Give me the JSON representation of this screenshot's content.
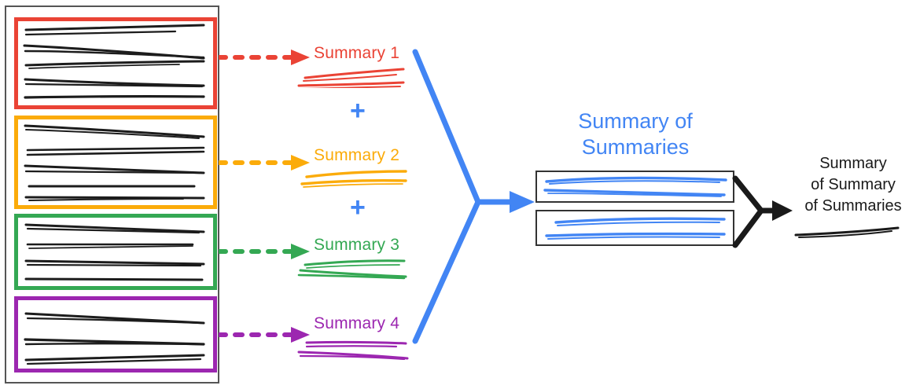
{
  "diagram": {
    "title": "Hierarchical summarization diagram",
    "colors": {
      "red": "#ea4335",
      "orange": "#fbab0a",
      "green": "#34a853",
      "purple": "#9c27b0",
      "blue": "#4285f4",
      "black": "#1a1a1a",
      "gray_frame": "#555555"
    },
    "document_collection": {
      "name": "document-collection",
      "groups": [
        {
          "id": "group-1",
          "color": "#ea4335",
          "line_count": 5
        },
        {
          "id": "group-2",
          "color": "#fbab0a",
          "line_count": 5
        },
        {
          "id": "group-3",
          "color": "#34a853",
          "line_count": 4
        },
        {
          "id": "group-4",
          "color": "#9c27b0",
          "line_count": 3
        }
      ]
    },
    "summaries": [
      {
        "label": "Summary 1",
        "color": "#ea4335",
        "arrow": "dashed-arrow-right"
      },
      {
        "label": "Summary 2",
        "color": "#fbab0a",
        "arrow": "dashed-arrow-right"
      },
      {
        "label": "Summary 3",
        "color": "#34a853",
        "arrow": "dashed-arrow-right"
      },
      {
        "label": "Summary 4",
        "color": "#9c27b0",
        "arrow": "dashed-arrow-right"
      }
    ],
    "operators": [
      {
        "symbol": "+",
        "color": "#4285f4"
      },
      {
        "symbol": "+",
        "color": "#4285f4"
      }
    ],
    "merge": {
      "label": "blue-funnel-arrow",
      "color": "#4285f4"
    },
    "summary_of_summaries": {
      "title_line_1": "Summary of",
      "title_line_2": "Summaries",
      "color": "#4285f4",
      "box_count": 2
    },
    "final_merge": {
      "label": "black-funnel-arrow",
      "color": "#1a1a1a"
    },
    "final_summary": {
      "title_line_1": "Summary",
      "title_line_2": "of Summary",
      "title_line_3": "of Summaries",
      "color": "#1a1a1a",
      "line_count": 1
    }
  }
}
